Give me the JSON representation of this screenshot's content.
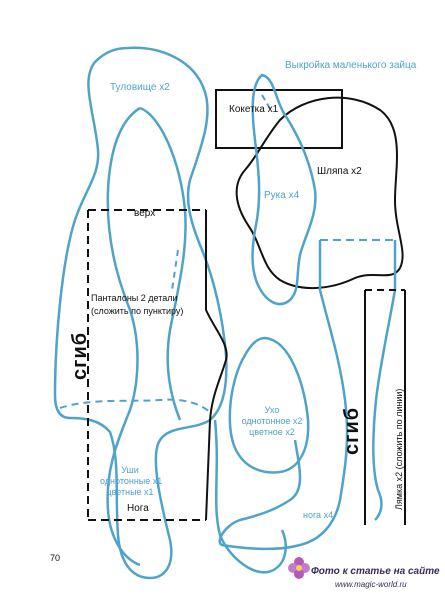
{
  "title": "Выкройка маленького зайца",
  "labels": {
    "torso": "Туловище x2",
    "yoke": "Кокетка x1",
    "hat": "Шляпа x2",
    "arm": "Рука x4",
    "top": "верх",
    "pants_line1": "Панталоны 2 детали",
    "pants_line2": "(сложить по пунктиру)",
    "fold": "сгиб",
    "fold2": "сгиб",
    "ear1_line1": "Ухо",
    "ear1_line2": "однотонное x2",
    "ear1_line3": "цветное x2",
    "ear2_line1": "Уши",
    "ear2_line2": "однотонные x1",
    "ear2_line3": "цветные x1",
    "leg_top": "Нога",
    "leg": "нога x4",
    "strap": "Лямка x2 (сложить по линии)",
    "page_number": "70"
  },
  "watermark": {
    "title": "Фото к статье на сайте",
    "url": "www.magic-world.ru"
  },
  "colors": {
    "pattern_blue": "#4fa3c9",
    "pattern_black": "#111111"
  }
}
